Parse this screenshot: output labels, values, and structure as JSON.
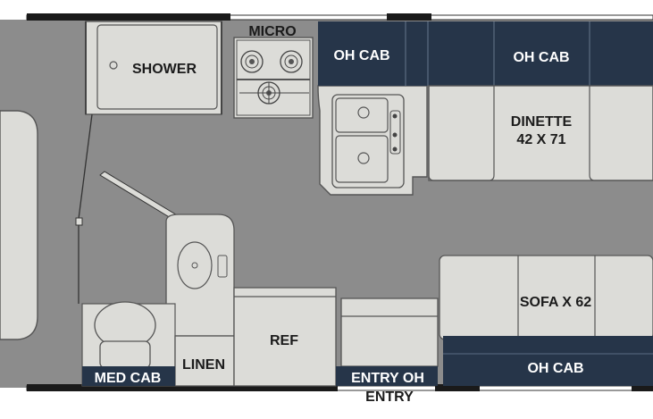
{
  "labels": {
    "shower": "SHOWER",
    "micro": "MICRO",
    "oh_cab_left": "OH CAB",
    "oh_cab_right": "OH CAB",
    "dinette_name": "DINETTE",
    "dinette_size": "42 X 71",
    "sofa": "SOFA X 62",
    "oh_cab_bottom": "OH CAB",
    "ref": "REF",
    "linen": "LINEN",
    "med_cab": "MED CAB",
    "entry_oh": "ENTRY OH",
    "entry": "ENTRY"
  },
  "colors": {
    "floor": "#8c8c8c",
    "fixture": "#dcdcd8",
    "cabinet_dark": "#263549",
    "wall": "#1a1a1a"
  }
}
